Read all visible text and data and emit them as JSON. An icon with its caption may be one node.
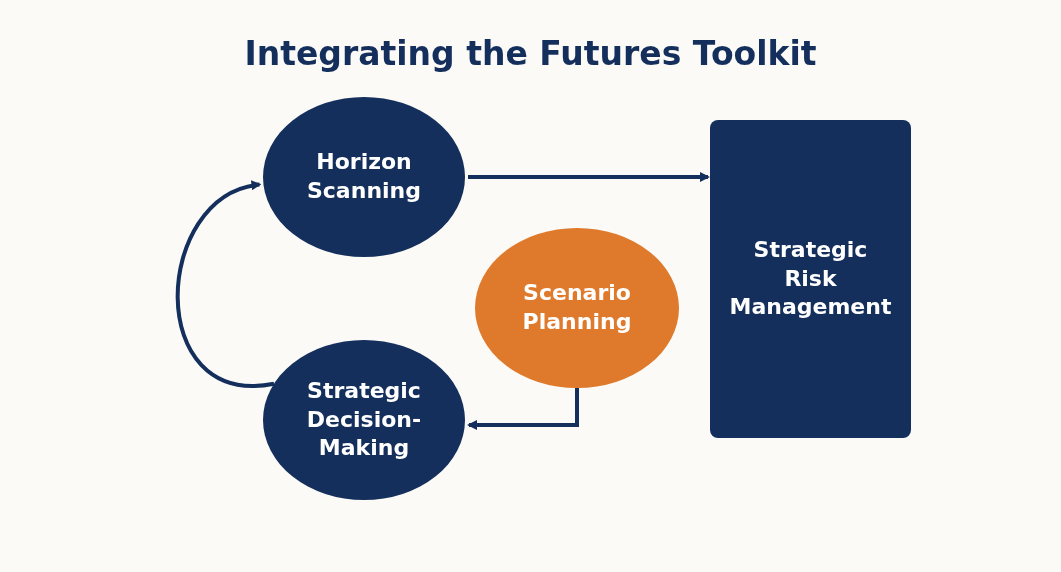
{
  "diagram": {
    "title": "Integrating the Futures Toolkit",
    "nodes": [
      {
        "text": [
          "Horizon Scanning"
        ]
      },
      {
        "text": [
          "Strategic Risk Management"
        ]
      },
      {
        "text": [
          "Scenario Planning"
        ]
      },
      {
        "text": [
          "Strategic Decision-Making"
        ]
      }
    ],
    "edges": [
      {
        "from": 0,
        "to": 1,
        "arrow": "to"
      },
      {
        "from": 2,
        "to": 3,
        "arrow": "to"
      },
      {
        "from": 3,
        "to": 0,
        "arrow": "to"
      }
    ]
  }
}
